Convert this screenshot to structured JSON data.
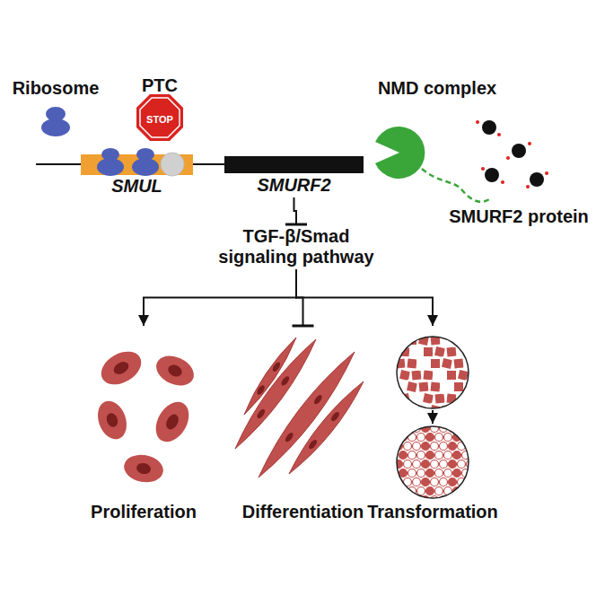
{
  "diagram": {
    "nodes": [
      {
        "text": [
          "PTC",
          "STOP"
        ]
      },
      {
        "text": [
          "SMUL"
        ]
      },
      {
        "text": [
          "SMURF2"
        ]
      },
      {
        "text": [
          "TGF-β/Smad signaling pathway"
        ]
      },
      {
        "text": [
          "Proliferation"
        ]
      },
      {
        "text": [
          "Differentiation"
        ]
      },
      {
        "text": [
          "Transformation"
        ]
      }
    ],
    "edges": [
      {
        "from": 2,
        "to": 3,
        "arrow": "to"
      },
      {
        "from": 3,
        "to": 4,
        "arrow": "to"
      },
      {
        "from": 3,
        "to": 5,
        "arrow": "to"
      },
      {
        "from": 3,
        "to": 6,
        "arrow": "to"
      }
    ],
    "labels": [
      "Ribosome",
      "NMD complex",
      "SMURF2 protein"
    ]
  }
}
